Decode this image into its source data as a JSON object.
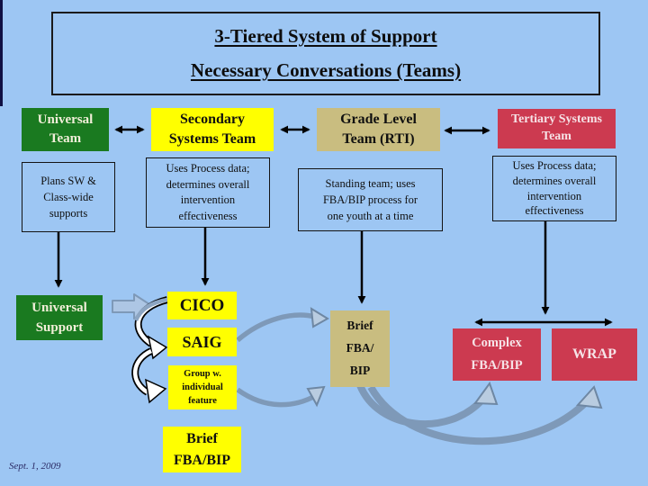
{
  "palette": {
    "background": "#9DC6F3",
    "box_green": "#1A7A20",
    "box_yellow": "#FFFF00",
    "box_tan": "#C9BD80",
    "box_red": "#CC3A50",
    "arrow_black": "#000000",
    "arrow_slate": "#7E99B8"
  },
  "title": {
    "line1": "3-Tiered System of Support",
    "line2": "Necessary Conversations (Teams)"
  },
  "footer": {
    "date": "Sept. 1, 2009"
  },
  "columns": {
    "universal": {
      "team": "Universal\nTeam",
      "description": "Plans SW &\nClass-wide\nsupports",
      "support": "Universal\nSupport"
    },
    "secondary": {
      "team": "Secondary\nSystems Team",
      "description": "Uses Process data;\ndetermines overall\nintervention\neffectiveness",
      "interventions": {
        "cico": "CICO",
        "saig": "SAIG",
        "group": "Group w.\nindividual\nfeature",
        "brief": "Brief\nFBA/BIP"
      }
    },
    "grade_level": {
      "team": "Grade Level\nTeam (RTI)",
      "description": "Standing team; uses\nFBA/BIP process for\none youth at a time",
      "intervention": "Brief\nFBA/\nBIP"
    },
    "tertiary": {
      "team": "Tertiary Systems\nTeam",
      "description": "Uses Process data;\ndetermines overall\nintervention\neffectiveness",
      "interventions": {
        "complex": "Complex\nFBA/BIP",
        "wrap": "WRAP"
      }
    }
  }
}
